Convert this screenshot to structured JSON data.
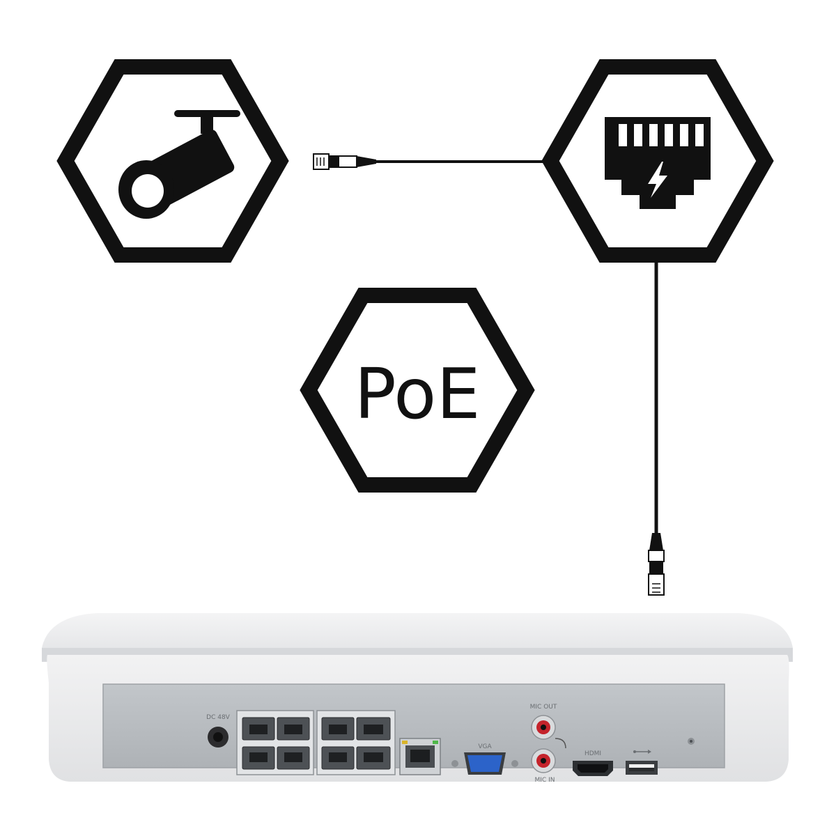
{
  "poe_label": "PoE",
  "nvr": {
    "label_mic_out": "MIC OUT",
    "label_mic_in": "MIC IN",
    "label_hdmi": "HDMI",
    "label_vga": "VGA",
    "label_dc": "DC 48V"
  },
  "icons": [
    "camera-icon",
    "poe-port-icon",
    "poe-badge",
    "ethernet-cable-icon",
    "nvr-recorder"
  ],
  "colors": {
    "line": "#111111",
    "nvr_body": "#eeeff0",
    "panel": "#b9bdc1",
    "vga": "#2c63c9"
  }
}
